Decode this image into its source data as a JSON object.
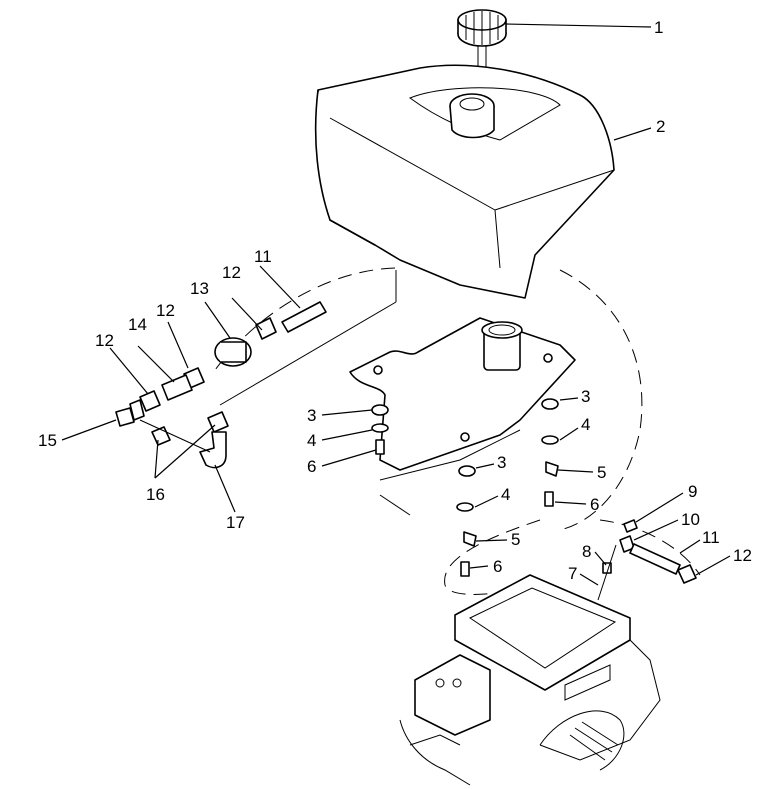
{
  "callouts": [
    {
      "id": "c1",
      "text": "1"
    },
    {
      "id": "c2",
      "text": "2"
    },
    {
      "id": "c3a",
      "text": "3"
    },
    {
      "id": "c3b",
      "text": "3"
    },
    {
      "id": "c3c",
      "text": "3"
    },
    {
      "id": "c4a",
      "text": "4"
    },
    {
      "id": "c4b",
      "text": "4"
    },
    {
      "id": "c4c",
      "text": "4"
    },
    {
      "id": "c5a",
      "text": "5"
    },
    {
      "id": "c5b",
      "text": "5"
    },
    {
      "id": "c6a",
      "text": "6"
    },
    {
      "id": "c6b",
      "text": "6"
    },
    {
      "id": "c6c",
      "text": "6"
    },
    {
      "id": "c7",
      "text": "7"
    },
    {
      "id": "c8",
      "text": "8"
    },
    {
      "id": "c9",
      "text": "9"
    },
    {
      "id": "c10",
      "text": "10"
    },
    {
      "id": "c11a",
      "text": "11"
    },
    {
      "id": "c11b",
      "text": "11"
    },
    {
      "id": "c12a",
      "text": "12"
    },
    {
      "id": "c12b",
      "text": "12"
    },
    {
      "id": "c12c",
      "text": "12"
    },
    {
      "id": "c12d",
      "text": "12"
    },
    {
      "id": "c13",
      "text": "13"
    },
    {
      "id": "c14",
      "text": "14"
    },
    {
      "id": "c15",
      "text": "15"
    },
    {
      "id": "c16",
      "text": "16"
    },
    {
      "id": "c17",
      "text": "17"
    }
  ]
}
